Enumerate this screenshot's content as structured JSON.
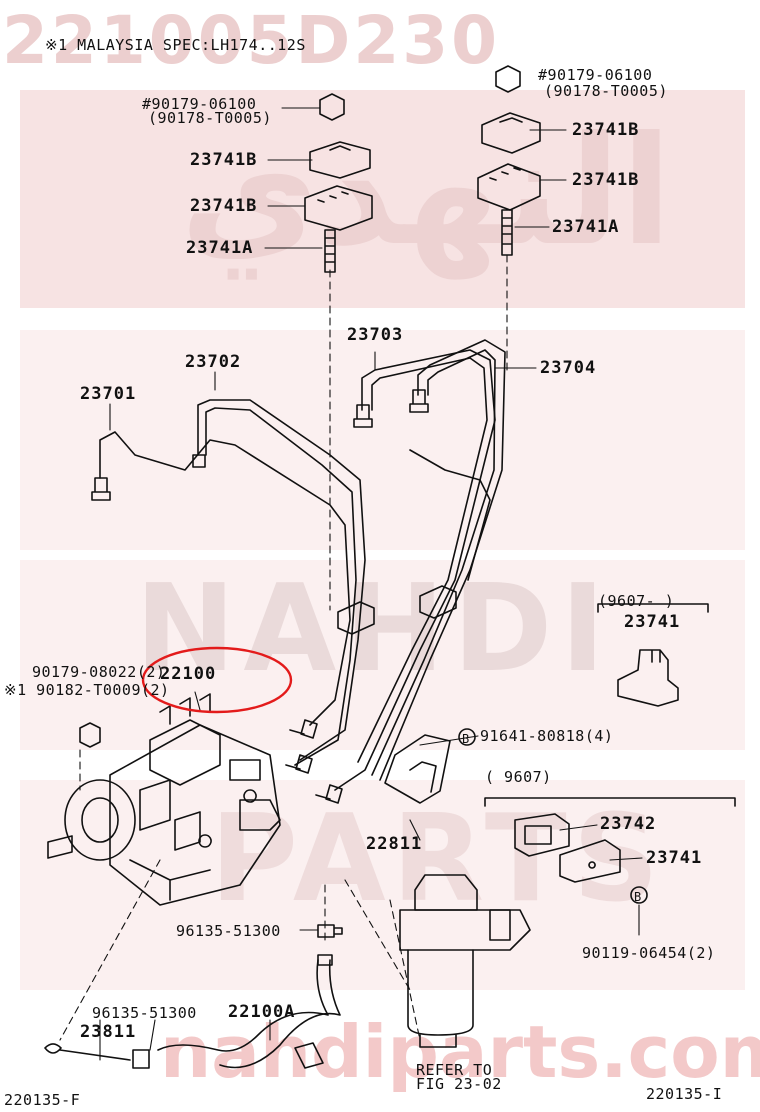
{
  "watermark": {
    "part_number": "221005D230",
    "arabic_brand": "النهدي",
    "brand": "NAHDI",
    "parts": "PARTS",
    "site": "nahdiparts.com"
  },
  "header_note": "※1 MALAYSIA SPEC:LH174..12S",
  "labels": {
    "nut_left_a": "#90179-06100",
    "nut_left_b": "(90178-T0005)",
    "nut_right_a": "#90179-06100",
    "nut_right_b": "(90178-T0005)",
    "clamp_b_left_1": "23741B",
    "clamp_b_left_2": "23741B",
    "stud_a_left": "23741A",
    "clamp_b_right_1": "23741B",
    "clamp_b_right_2": "23741B",
    "stud_a_right": "23741A",
    "pipe_23703": "23703",
    "pipe_23702": "23702",
    "pipe_23704": "23704",
    "pipe_23701": "23701",
    "range_9607_top": "(9607-      )",
    "clamp_23741": "23741",
    "nut_08022": "90179-08022(2)",
    "nut_t0009": "※1 90182-T0009(2)",
    "pump_22100": "22100",
    "bolt_91641": "91641-80818(4)",
    "range_9607_bottom": "(      9607)",
    "bracket_23742": "23742",
    "clamp_23741_lower": "23741",
    "bracket_22811": "22811",
    "bolt_90119": "90119-06454(2)",
    "clip_96135_mid": "96135-51300",
    "clip_96135_low": "96135-51300",
    "hose_23811": "23811",
    "hose_22100a": "22100A",
    "refer_1": "REFER TO",
    "refer_2": "FIG 23-02",
    "fig_left": "220135-F",
    "fig_right": "220135-I",
    "circle_b_1": "B",
    "circle_b_2": "B"
  },
  "highlight_color": "#e31b1b"
}
